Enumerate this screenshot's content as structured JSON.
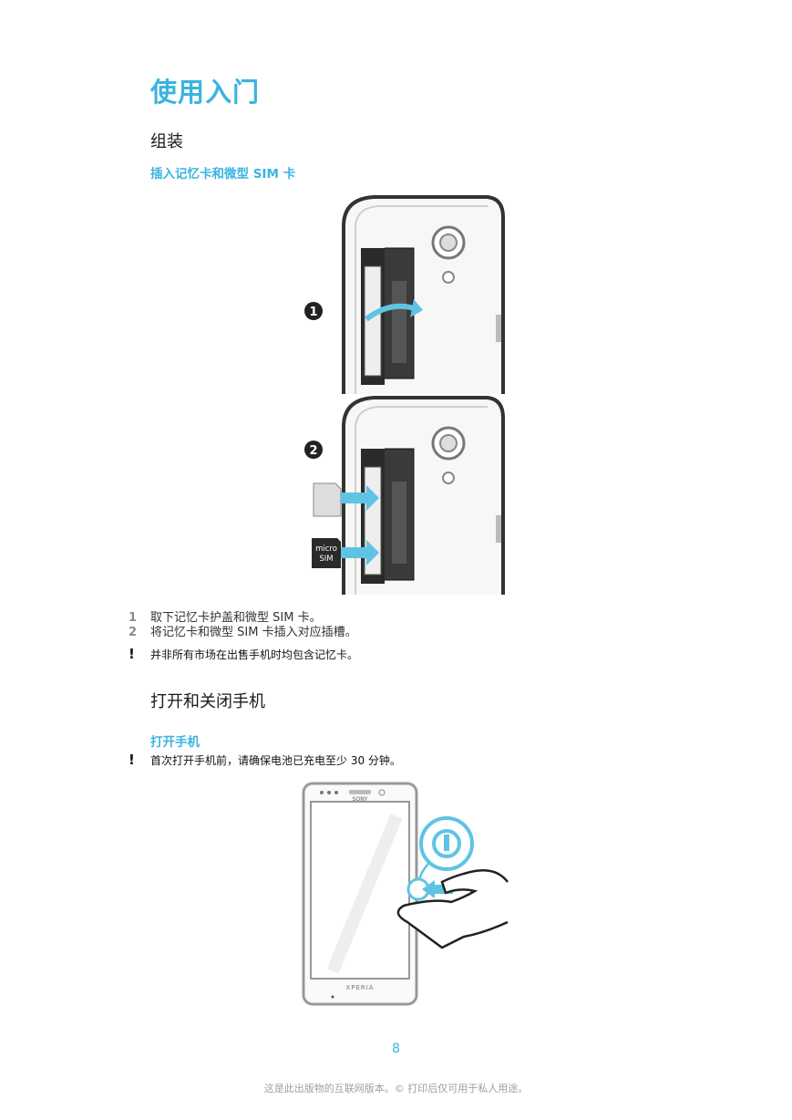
{
  "title": "使用入门",
  "section_assembly": {
    "heading": "组装",
    "subheading": "插入记忆卡和微型 SIM 卡",
    "figure": {
      "callouts": [
        "1",
        "2"
      ],
      "card_label_line1": "micro",
      "card_label_line2": "SIM"
    },
    "steps": [
      {
        "num": "1",
        "text": "取下记忆卡护盖和微型 SIM 卡。"
      },
      {
        "num": "2",
        "text": "将记忆卡和微型 SIM 卡插入对应插槽。"
      }
    ],
    "note": "并非所有市场在出售手机时均包含记忆卡。"
  },
  "section_power": {
    "heading": "打开和关闭手机",
    "subheading": "打开手机",
    "note": "首次打开手机前，请确保电池已充电至少 30 分钟。",
    "figure": {
      "brand_top": "SONY",
      "brand_bottom": "XPERIA"
    }
  },
  "note_icon": "!",
  "page_number": "8",
  "footer": "这是此出版物的互联网版本。© 打印后仅可用于私人用途。",
  "colors": {
    "accent": "#3bb3e0",
    "arrow": "#5fc3e4"
  }
}
